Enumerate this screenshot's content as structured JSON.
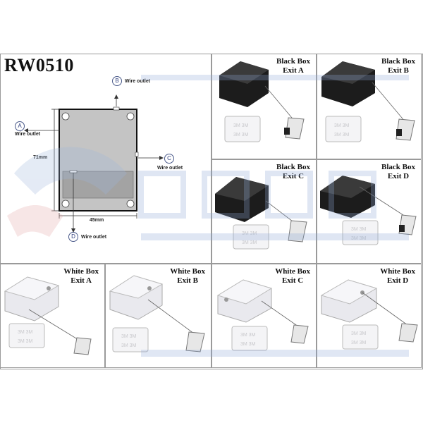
{
  "model": "RW0510",
  "diagram": {
    "dim_height": "71mm",
    "dim_width": "45mm",
    "outlets": [
      {
        "letter": "A",
        "label": "Wire outlet"
      },
      {
        "letter": "B",
        "label": "Wire outlet"
      },
      {
        "letter": "C",
        "label": "Wire outlet"
      },
      {
        "letter": "D",
        "label": "Wire outlet"
      }
    ]
  },
  "variants": [
    {
      "box": "Black Box",
      "exit": "Exit A"
    },
    {
      "box": "Black Box",
      "exit": "Exit B"
    },
    {
      "box": "Black Box",
      "exit": "Exit C"
    },
    {
      "box": "Black Box",
      "exit": "Exit D"
    },
    {
      "box": "White Box",
      "exit": "Exit A"
    },
    {
      "box": "White Box",
      "exit": "Exit B"
    },
    {
      "box": "White Box",
      "exit": "Exit C"
    },
    {
      "box": "White Box",
      "exit": "Exit D"
    }
  ],
  "colors": {
    "black_box": "#1c1c1c",
    "white_box": "#e9e9ee",
    "watermark": "#cfdcee",
    "watermark_red": "#f0d6d6"
  }
}
